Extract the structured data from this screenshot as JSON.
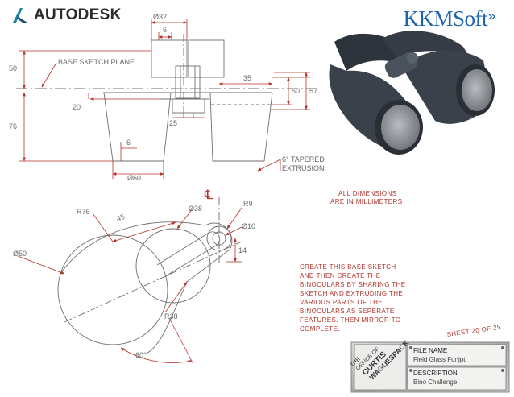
{
  "brand": {
    "left_logo": "AUTODESK",
    "right_logo": "KKMSoft",
    "left_icon": "autodesk-a-icon",
    "right_icon": "double-arrow-icon"
  },
  "dimensions": {
    "d32": "Ø32",
    "d6_top": "6",
    "h50_left": "50",
    "h76": "76",
    "d20": "20",
    "d25": "25",
    "d35": "35",
    "d50_right": "50",
    "d57": "57",
    "d6_bottom": "6",
    "d60": "Ø60",
    "r76": "R76",
    "d45": "45",
    "d38": "Ø38",
    "r9": "R9",
    "d10": "Ø10",
    "d14": "14",
    "d50_circle": "Ø50",
    "r38": "R38",
    "a60": "60°"
  },
  "labels": {
    "base_sketch_plane": "BASE SKETCH PLANE",
    "taper_line1": "6° TAPERED",
    "taper_line2": "EXTRUSION",
    "centerline": "℄",
    "note_dims_line1": "ALL DIMENSIONS",
    "note_dims_line2": "ARE IN MILLIMETERS",
    "instructions": [
      "CREATE THIS BASE SKETCH",
      "AND THEN CREATE THE",
      "BINOCULARS BY SHARING THE",
      "SKETCH AND EXTRUDING THE",
      "VARIOUS PARTS OF THE",
      "BINOCULARS AS SEPERATE",
      "FEATURES. THEN MIRROR TO",
      "COMPLETE."
    ],
    "sheet": "SHEET 20 OF 25"
  },
  "title_block": {
    "file_name_label": "FILE NAME",
    "file_name_value": "Field Glass Funjpt",
    "description_label": "DESCRIPTION",
    "description_value": "Bino Challenge",
    "stamp_lines": [
      "THE",
      "OFFICE OF",
      "CURTIS",
      "WAGUESPACK"
    ]
  },
  "colors": {
    "line": "#6e6e6e",
    "dimension_red": "#b3322a",
    "note_red": "#b3322a",
    "brand_blue": "#1d63b0",
    "binocular_body": "#3a414b",
    "binocular_lens": "#9a9ea3"
  }
}
